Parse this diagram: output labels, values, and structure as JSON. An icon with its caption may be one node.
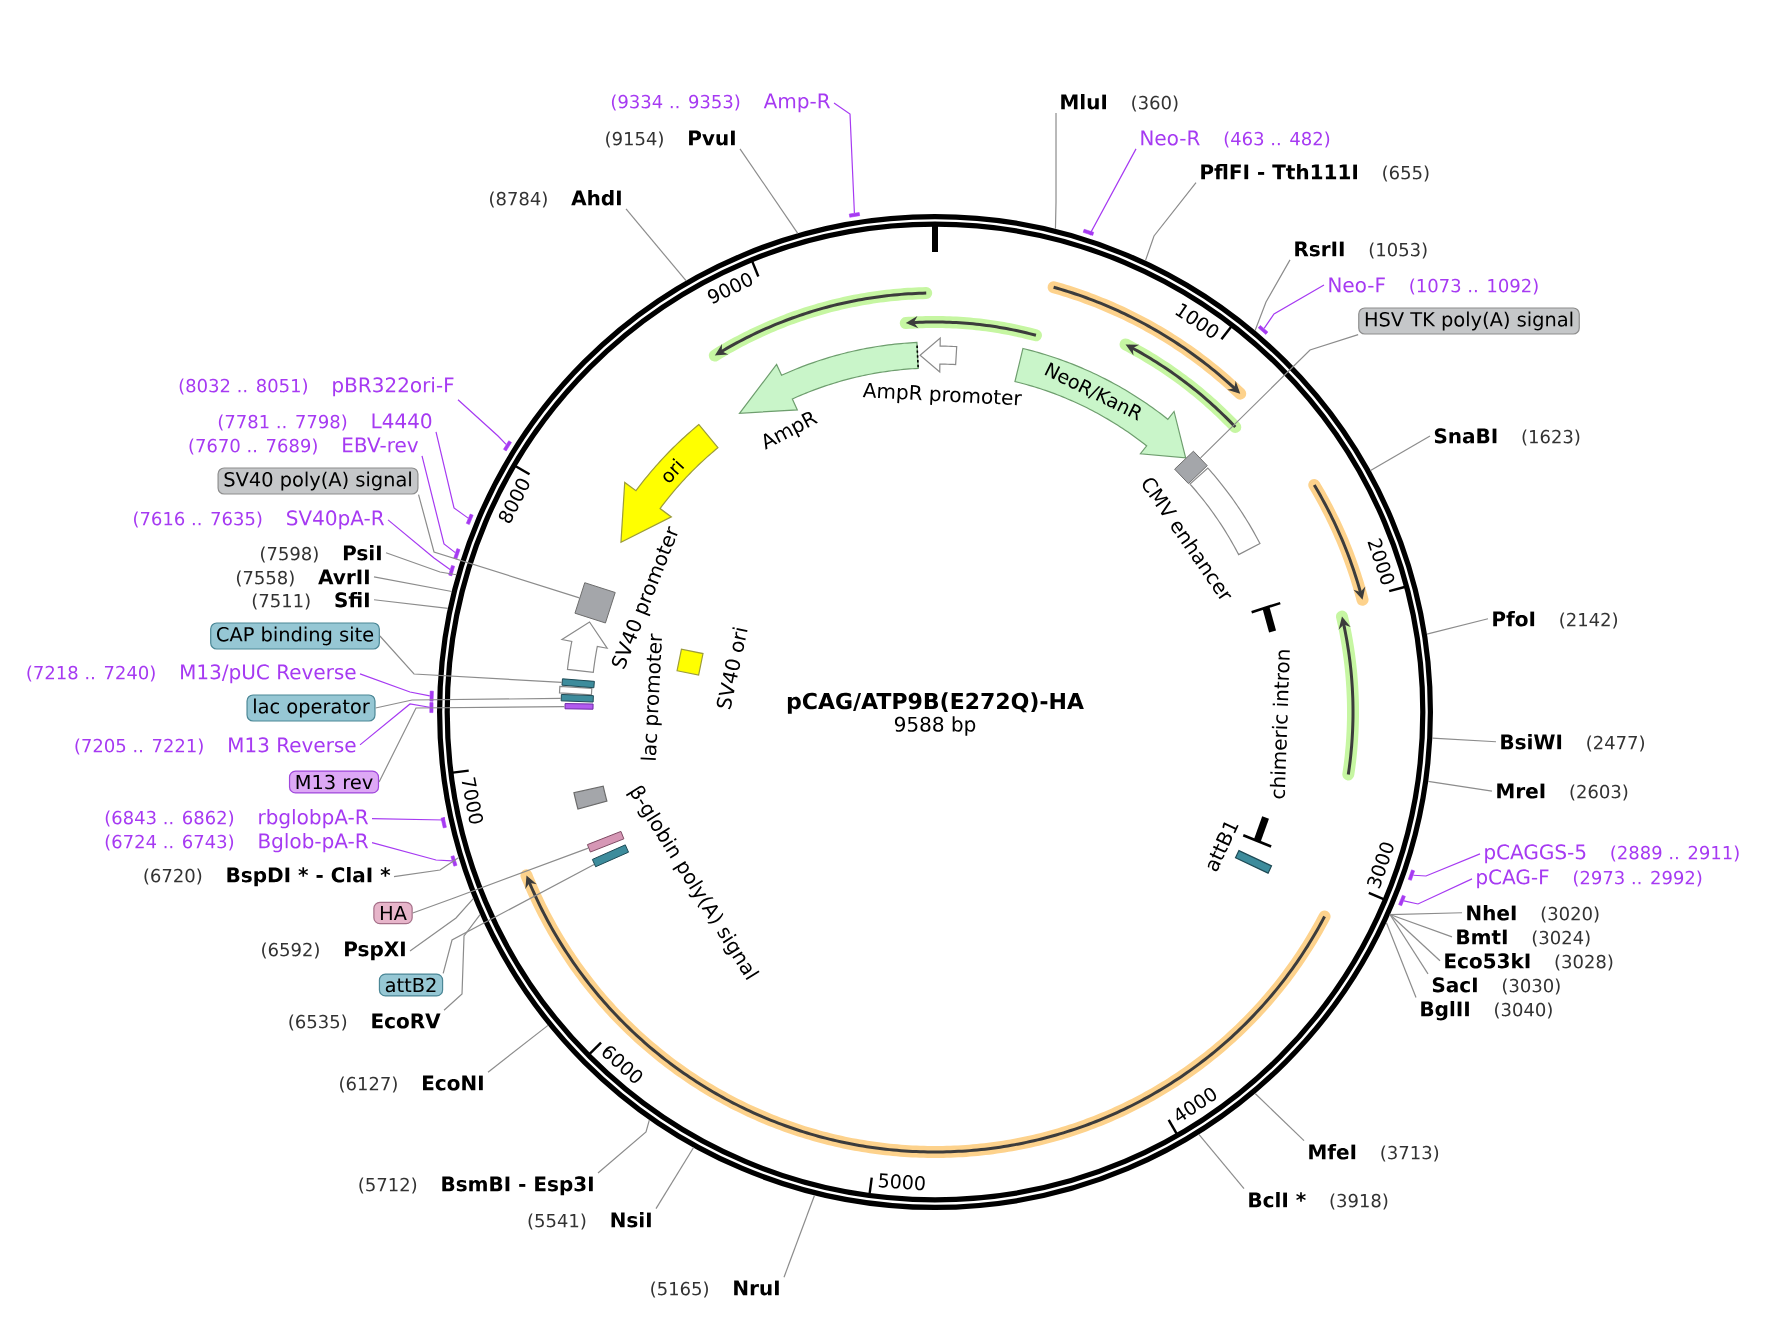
{
  "diagram": {
    "nodes": [
      {
        "text": [
          "pCAG/ATP9B(E272Q)-HA",
          "9588 bp"
        ]
      },
      {
        "text": [
          "AmpR"
        ],
        "in": 0
      },
      {
        "text": [
          "AmpR promoter"
        ],
        "in": 0
      },
      {
        "text": [
          "NeoR/KanR"
        ],
        "in": 0
      },
      {
        "text": [
          "ori"
        ],
        "in": 0
      },
      {
        "text": [
          "CMV enhancer"
        ],
        "in": 0
      },
      {
        "text": [
          "chimeric intron"
        ],
        "in": 0
      },
      {
        "text": [
          "SV40 promoter"
        ],
        "in": 0
      },
      {
        "text": [
          "SV40 ori"
        ],
        "in": 0
      },
      {
        "text": [
          "lac promoter"
        ],
        "in": 0
      },
      {
        "text": [
          "attB1"
        ],
        "in": 0
      },
      {
        "text": [
          "β-globin poly(A) signal"
        ],
        "in": 0
      },
      {
        "text": [],
        "shape": "box",
        "in": 0
      },
      {
        "text": [],
        "shape": "box",
        "in": 0
      },
      {
        "text": [],
        "shape": "box",
        "in": 0
      },
      {
        "text": [],
        "shape": "box",
        "in": 0
      },
      {
        "text": [],
        "shape": "box",
        "in": 0
      },
      {
        "text": [],
        "shape": "box",
        "in": 0
      },
      {
        "text": [],
        "shape": "box",
        "in": 0
      },
      {
        "text": [
          "MluI"
        ],
        "beside": [
          "(360)"
        ]
      },
      {
        "text": [
          "Neo-R"
        ],
        "beside": [
          "(463 .. 482)"
        ]
      },
      {
        "text": [
          "PflFI - Tth111I"
        ],
        "beside": [
          "(655)"
        ]
      },
      {
        "text": [
          "RsrII"
        ],
        "beside": [
          "(1053)"
        ]
      },
      {
        "text": [
          "Neo-F"
        ],
        "beside": [
          "(1073 .. 1092)"
        ]
      },
      {
        "text": [
          "HSV TK poly(A) signal"
        ]
      },
      {
        "text": [
          "SnaBI"
        ],
        "beside": [
          "(1623)"
        ]
      },
      {
        "text": [
          "PfoI"
        ],
        "beside": [
          "(2142)"
        ]
      },
      {
        "text": [
          "BsiWI"
        ],
        "beside": [
          "(2477)"
        ]
      },
      {
        "text": [
          "MreI"
        ],
        "beside": [
          "(2603)"
        ]
      },
      {
        "text": [
          "pCAGGS-5"
        ],
        "beside": [
          "(2889 .. 2911)"
        ]
      },
      {
        "text": [
          "pCAG-F"
        ],
        "beside": [
          "(2973 .. 2992)"
        ]
      },
      {
        "text": [
          "NheI"
        ],
        "beside": [
          "(3020)"
        ]
      },
      {
        "text": [
          "BmtI"
        ],
        "beside": [
          "(3024)"
        ]
      },
      {
        "text": [
          "Eco53kI"
        ],
        "beside": [
          "(3028)"
        ]
      },
      {
        "text": [
          "SacI"
        ],
        "beside": [
          "(3030)"
        ]
      },
      {
        "text": [
          "BglII"
        ],
        "beside": [
          "(3040)"
        ]
      },
      {
        "text": [
          "MfeI"
        ],
        "beside": [
          "(3713)"
        ]
      },
      {
        "text": [
          "BclI *"
        ],
        "beside": [
          "(3918)"
        ]
      },
      {
        "text": [
          "NruI"
        ],
        "beside": [
          "(5165)"
        ]
      },
      {
        "text": [
          "NsiI"
        ],
        "beside": [
          "(5541)"
        ]
      },
      {
        "text": [
          "BsmBI - Esp3I"
        ],
        "beside": [
          "(5712)"
        ]
      },
      {
        "text": [
          "EcoNI"
        ],
        "beside": [
          "(6127)"
        ]
      },
      {
        "text": [
          "EcoRV"
        ],
        "beside": [
          "(6535)"
        ]
      },
      {
        "text": [
          "attB2"
        ]
      },
      {
        "text": [
          "PspXI"
        ],
        "beside": [
          "(6592)"
        ]
      },
      {
        "text": [
          "HA"
        ]
      },
      {
        "text": [
          "BspDI * - ClaI *"
        ],
        "beside": [
          "(6720)"
        ]
      },
      {
        "text": [
          "Bglob-pA-R"
        ],
        "beside": [
          "(6724 .. 6743)"
        ]
      },
      {
        "text": [
          "rbglobpA-R"
        ],
        "beside": [
          "(6843 .. 6862)"
        ]
      },
      {
        "text": [
          "M13 rev"
        ]
      },
      {
        "text": [
          "M13 Reverse"
        ],
        "beside": [
          "(7205 .. 7221)"
        ]
      },
      {
        "text": [
          "lac operator"
        ]
      },
      {
        "text": [
          "M13/pUC Reverse"
        ],
        "beside": [
          "(7218 .. 7240)"
        ]
      },
      {
        "text": [
          "CAP binding site"
        ]
      },
      {
        "text": [
          "SfiI"
        ],
        "beside": [
          "(7511)"
        ]
      },
      {
        "text": [
          "AvrII"
        ],
        "beside": [
          "(7558)"
        ]
      },
      {
        "text": [
          "PsiI"
        ],
        "beside": [
          "(7598)"
        ]
      },
      {
        "text": [
          "SV40pA-R"
        ],
        "beside": [
          "(7616 .. 7635)"
        ]
      },
      {
        "text": [
          "SV40 poly(A) signal"
        ]
      },
      {
        "text": [
          "EBV-rev"
        ],
        "beside": [
          "(7670 .. 7689)"
        ]
      },
      {
        "text": [
          "L4440"
        ],
        "beside": [
          "(7781 .. 7798)"
        ]
      },
      {
        "text": [
          "pBR322ori-F"
        ],
        "beside": [
          "(8032 .. 8051)"
        ]
      },
      {
        "text": [
          "AhdI"
        ],
        "beside": [
          "(8784)"
        ]
      },
      {
        "text": [
          "PvuI"
        ],
        "beside": [
          "(9154)"
        ]
      },
      {
        "text": [
          "Amp-R"
        ],
        "beside": [
          "(9334 .. 9353)"
        ]
      },
      {
        "text": [],
        "shape": "bar"
      },
      {
        "text": [],
        "shape": "bar"
      },
      {
        "text": [],
        "shape": "bar"
      },
      {
        "text": [],
        "shape": "bar"
      },
      {
        "text": [],
        "shape": "bar"
      },
      {
        "text": [],
        "shape": "bar"
      },
      {
        "text": [],
        "shape": "bar"
      },
      {
        "text": [],
        "shape": "bar"
      },
      {
        "text": [],
        "shape": "bar"
      },
      {
        "text": [],
        "shape": "bar"
      },
      {
        "text": [],
        "shape": "bar"
      },
      {
        "text": [],
        "shape": "bar"
      },
      {
        "text": [],
        "shape": "bar"
      }
    ],
    "edges": [
      {
        "from": 19,
        "to": 0,
        "arrow": "none"
      },
      {
        "from": 20,
        "to": 65,
        "arrow": "none",
        "color": "#a63af2"
      },
      {
        "from": 21,
        "to": 0,
        "arrow": "none"
      },
      {
        "from": 22,
        "to": 0,
        "arrow": "none"
      },
      {
        "from": 23,
        "to": 66,
        "arrow": "none",
        "color": "#a63af2"
      },
      {
        "from": 24,
        "to": 12,
        "arrow": "none"
      },
      {
        "from": 25,
        "to": 0,
        "arrow": "none"
      },
      {
        "from": 26,
        "to": 0,
        "arrow": "none"
      },
      {
        "from": 27,
        "to": 0,
        "arrow": "none"
      },
      {
        "from": 28,
        "to": 0,
        "arrow": "none"
      },
      {
        "from": 29,
        "to": 67,
        "arrow": "none",
        "color": "#a63af2"
      },
      {
        "from": 30,
        "to": 68,
        "arrow": "none",
        "color": "#a63af2"
      },
      {
        "from": 31,
        "to": 0,
        "arrow": "none"
      },
      {
        "from": 32,
        "to": 0,
        "arrow": "none"
      },
      {
        "from": 33,
        "to": 0,
        "arrow": "none"
      },
      {
        "from": 34,
        "to": 0,
        "arrow": "none"
      },
      {
        "from": 35,
        "to": 0,
        "arrow": "none"
      },
      {
        "from": 36,
        "to": 0,
        "arrow": "none"
      },
      {
        "from": 37,
        "to": 0,
        "arrow": "none"
      },
      {
        "from": 38,
        "to": 0,
        "arrow": "none"
      },
      {
        "from": 39,
        "to": 0,
        "arrow": "none"
      },
      {
        "from": 40,
        "to": 0,
        "arrow": "none"
      },
      {
        "from": 41,
        "to": 0,
        "arrow": "none"
      },
      {
        "from": 42,
        "to": 0,
        "arrow": "none"
      },
      {
        "from": 43,
        "to": 18,
        "arrow": "none"
      },
      {
        "from": 44,
        "to": 0,
        "arrow": "none"
      },
      {
        "from": 45,
        "to": 17,
        "arrow": "none"
      },
      {
        "from": 46,
        "to": 0,
        "arrow": "none"
      },
      {
        "from": 47,
        "to": 69,
        "arrow": "none",
        "color": "#a63af2"
      },
      {
        "from": 48,
        "to": 70,
        "arrow": "none",
        "color": "#a63af2"
      },
      {
        "from": 49,
        "to": 16,
        "arrow": "none"
      },
      {
        "from": 50,
        "to": 71,
        "arrow": "none",
        "color": "#a63af2"
      },
      {
        "from": 51,
        "to": 15,
        "arrow": "none"
      },
      {
        "from": 52,
        "to": 72,
        "arrow": "none",
        "color": "#a63af2"
      },
      {
        "from": 53,
        "to": 14,
        "arrow": "none"
      },
      {
        "from": 54,
        "to": 0,
        "arrow": "none"
      },
      {
        "from": 55,
        "to": 0,
        "arrow": "none"
      },
      {
        "from": 56,
        "to": 0,
        "arrow": "none"
      },
      {
        "from": 57,
        "to": 73,
        "arrow": "none",
        "color": "#a63af2"
      },
      {
        "from": 58,
        "to": 13,
        "arrow": "none"
      },
      {
        "from": 59,
        "to": 74,
        "arrow": "none",
        "color": "#a63af2"
      },
      {
        "from": 60,
        "to": 75,
        "arrow": "none",
        "color": "#a63af2"
      },
      {
        "from": 61,
        "to": 76,
        "arrow": "none",
        "color": "#a63af2"
      },
      {
        "from": 62,
        "to": 0,
        "arrow": "none"
      },
      {
        "from": 63,
        "to": 0,
        "arrow": "none"
      },
      {
        "from": 64,
        "to": 77,
        "arrow": "none",
        "color": "#a63af2"
      }
    ],
    "labels": [
      "1000",
      "2000",
      "3000",
      "4000",
      "5000",
      "6000",
      "7000",
      "8000",
      "9000"
    ]
  }
}
